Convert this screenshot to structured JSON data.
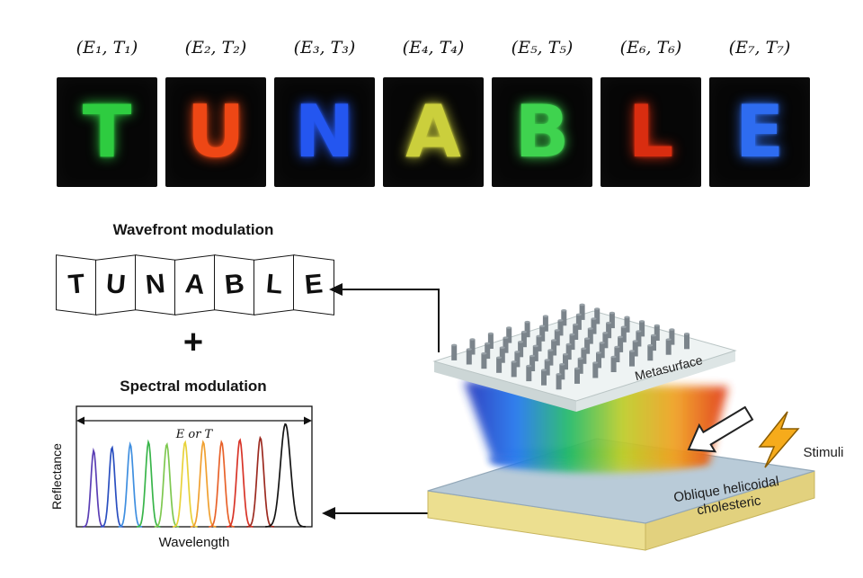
{
  "top_panels": [
    {
      "label": "(E₁, T₁)",
      "letter": "T",
      "color": "#2ecc40"
    },
    {
      "label": "(E₂, T₂)",
      "letter": "U",
      "color": "#ee4715"
    },
    {
      "label": "(E₃, T₃)",
      "letter": "N",
      "color": "#2456f0"
    },
    {
      "label": "(E₄, T₄)",
      "letter": "A",
      "color": "#cbcf3c"
    },
    {
      "label": "(E₅, T₅)",
      "letter": "B",
      "color": "#3fd34f"
    },
    {
      "label": "(E₆, T₆)",
      "letter": "L",
      "color": "#d92d10"
    },
    {
      "label": "(E₇, T₇)",
      "letter": "E",
      "color": "#2e6cf0"
    }
  ],
  "wavefront": {
    "title": "Wavefront modulation",
    "letters": [
      "T",
      "U",
      "N",
      "A",
      "B",
      "L",
      "E"
    ]
  },
  "plus": "+",
  "spectral": {
    "title": "Spectral modulation"
  },
  "chart_data": {
    "type": "line",
    "title": "Spectral modulation",
    "xlabel": "Wavelength",
    "ylabel": "Reflectance",
    "annotation": "E or T",
    "x_range": [
      0,
      100
    ],
    "y_range": [
      0,
      1
    ],
    "grid": false,
    "legend": false,
    "peaks": [
      {
        "color": "#5b3fb5",
        "center": 6,
        "height": 0.72,
        "width": 1.2
      },
      {
        "color": "#2a4fc0",
        "center": 14,
        "height": 0.75,
        "width": 1.25
      },
      {
        "color": "#3f8fe0",
        "center": 22,
        "height": 0.78,
        "width": 1.3
      },
      {
        "color": "#39b54a",
        "center": 30,
        "height": 0.8,
        "width": 1.3
      },
      {
        "color": "#7ec850",
        "center": 38,
        "height": 0.78,
        "width": 1.35
      },
      {
        "color": "#e8d23a",
        "center": 46,
        "height": 0.8,
        "width": 1.35
      },
      {
        "color": "#f0a030",
        "center": 54,
        "height": 0.8,
        "width": 1.4
      },
      {
        "color": "#e8622a",
        "center": 62,
        "height": 0.8,
        "width": 1.4
      },
      {
        "color": "#d83428",
        "center": 70,
        "height": 0.82,
        "width": 1.45
      },
      {
        "color": "#9c2a20",
        "center": 79,
        "height": 0.84,
        "width": 1.5
      },
      {
        "color": "#141414",
        "center": 90,
        "height": 0.97,
        "width": 2.2
      }
    ]
  },
  "illustration": {
    "metasurface_label": "Metasurface",
    "cholesteric_label_line1": "Oblique helicoidal",
    "cholesteric_label_line2": "cholesteric",
    "stimuli_label": "Stimuli",
    "colors": {
      "plate_top": "#eef3f3",
      "plate_front": "#ccd6d6",
      "plate_side": "#dde5e5",
      "pillar": "#7b848b",
      "pillar_top": "#98a1a7",
      "slab_top": "#b9cbd8",
      "slab_front": "#ecdf90",
      "slab_side": "#e2d17e",
      "bolt": "#f6ab1b"
    },
    "beam_gradient": [
      "#2233bb",
      "#2277ee",
      "#22bb66",
      "#bece2a",
      "#f0a022",
      "#e03510"
    ]
  }
}
